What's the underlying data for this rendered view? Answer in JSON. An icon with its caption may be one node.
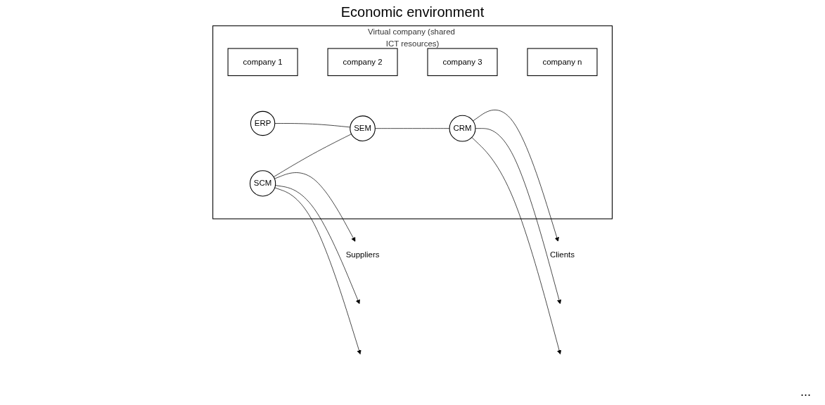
{
  "diagram": {
    "title": "Economic environment",
    "nodes": [
      {
        "text": [
          "Virtual company (shared ICT resources)"
        ]
      },
      {
        "text": [
          "ERP"
        ],
        "in": 0
      },
      {
        "text": [
          "Suppliers"
        ]
      },
      {
        "text": [
          "SCM"
        ],
        "in": 0
      },
      {
        "text": [
          "SEM"
        ],
        "in": 0
      },
      {
        "text": [
          "CRM"
        ],
        "in": 0
      },
      {
        "text": [
          "Clients"
        ]
      },
      {
        "text": [
          "company 1"
        ],
        "in": 0
      },
      {
        "text": [
          "company 2"
        ],
        "in": 0
      },
      {
        "text": [
          "company 3"
        ],
        "in": 0
      },
      {
        "text": [
          "company n"
        ],
        "in": 0
      }
    ],
    "edges": [
      {
        "from": 3,
        "to": null,
        "arrow": "to"
      },
      {
        "from": 3,
        "to": 2,
        "arrow": "to"
      },
      {
        "from": 3,
        "to": null,
        "arrow": "to"
      },
      {
        "from": 1,
        "to": 4,
        "arrow": "none"
      },
      {
        "from": 3,
        "to": 4,
        "arrow": "none"
      },
      {
        "from": 4,
        "to": 5,
        "arrow": "none"
      },
      {
        "from": 5,
        "to": null,
        "arrow": "to"
      },
      {
        "from": 5,
        "to": 6,
        "arrow": "to"
      },
      {
        "from": 5,
        "to": null,
        "arrow": "to"
      }
    ],
    "labels": [
      "..."
    ]
  }
}
